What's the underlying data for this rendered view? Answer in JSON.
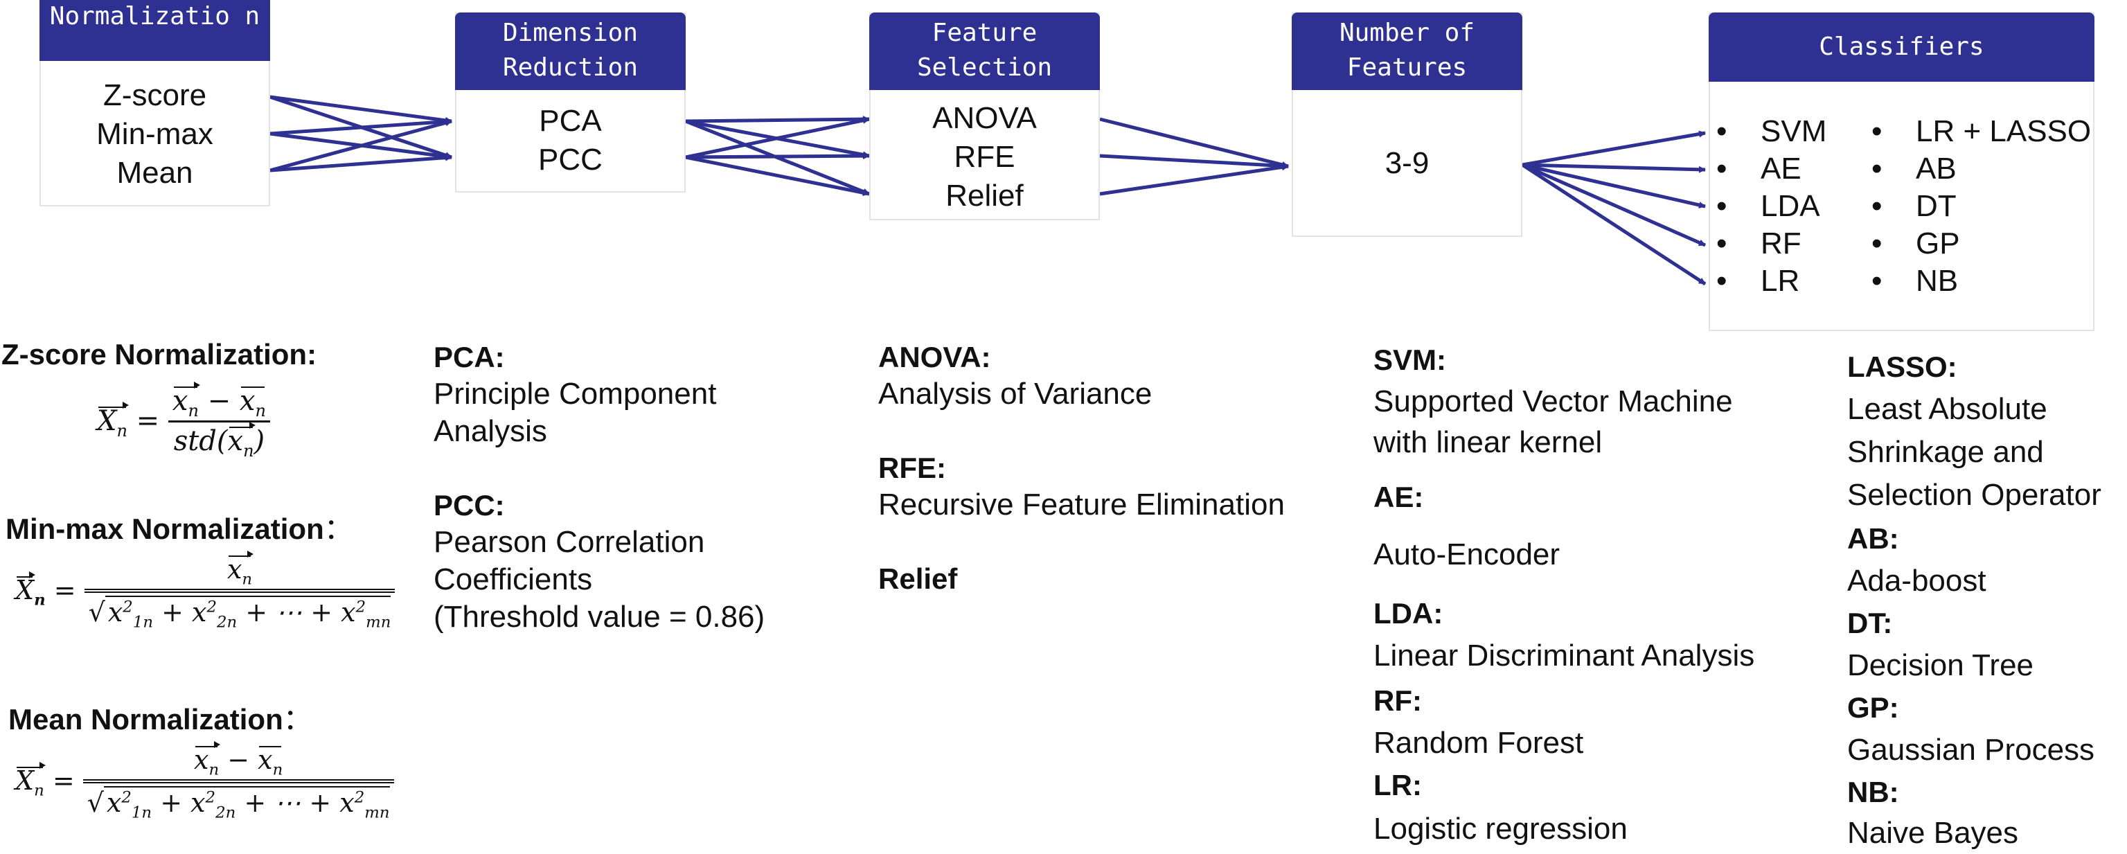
{
  "pipeline": {
    "normalization": {
      "title": "Normalizatio n",
      "items": [
        "Z-score",
        "Min-max",
        "Mean"
      ]
    },
    "dimension_reduction": {
      "title_line1": "Dimension",
      "title_line2": "Reduction",
      "items": [
        "PCA",
        "PCC"
      ]
    },
    "feature_selection": {
      "title_line1": "Feature",
      "title_line2": "Selection",
      "items": [
        "ANOVA",
        "RFE",
        "Relief"
      ]
    },
    "number_of_features": {
      "title_line1": "Number of",
      "title_line2": "Features",
      "value": "3-9"
    },
    "classifiers": {
      "title": "Classifiers",
      "left": [
        "SVM",
        "AE",
        "LDA",
        "RF",
        "LR"
      ],
      "right": [
        "LR + LASSO",
        "AB",
        "DT",
        "GP",
        "NB"
      ]
    }
  },
  "normalization_notes": {
    "zscore_title": "Z-score  Normalization:",
    "minmax_title": "Min-max Normalization",
    "mean_title": "Mean Normalization",
    "colon": "："
  },
  "dimension_notes": {
    "pca_title": "PCA:",
    "pca_lines": [
      "Principle Component",
      "Analysis"
    ],
    "pcc_title": "PCC:",
    "pcc_lines": [
      "Pearson Correlation",
      "Coefficients",
      "(Threshold value = 0.86)"
    ]
  },
  "selection_notes": {
    "anova_title": "ANOVA:",
    "anova_text": "Analysis of Variance",
    "rfe_title": "RFE:",
    "rfe_text": "Recursive Feature Elimination",
    "relief_title": "Relief"
  },
  "classifier_notes_left": {
    "svm_title": "SVM:",
    "svm_lines": [
      "Supported Vector Machine",
      "with linear kernel"
    ],
    "ae_title": "AE:",
    "ae_text": "Auto-Encoder",
    "lda_title": "LDA:",
    "lda_text": "Linear Discriminant Analysis",
    "rf_title": "RF:",
    "rf_text": "Random Forest",
    "lr_title": "LR:",
    "lr_text": "Logistic regression"
  },
  "classifier_notes_right": {
    "lasso_title": "LASSO:",
    "lasso_lines": [
      "Least Absolute",
      "Shrinkage and",
      "Selection Operator"
    ],
    "ab_title": "AB:",
    "ab_text": "Ada-boost",
    "dt_title": "DT:",
    "dt_text": "Decision Tree",
    "gp_title": "GP:",
    "gp_text": "Gaussian Process",
    "nb_title": "NB:",
    "nb_text": "Naive Bayes"
  },
  "colors": {
    "header": "#2e3192",
    "arrow": "#2e3192"
  }
}
